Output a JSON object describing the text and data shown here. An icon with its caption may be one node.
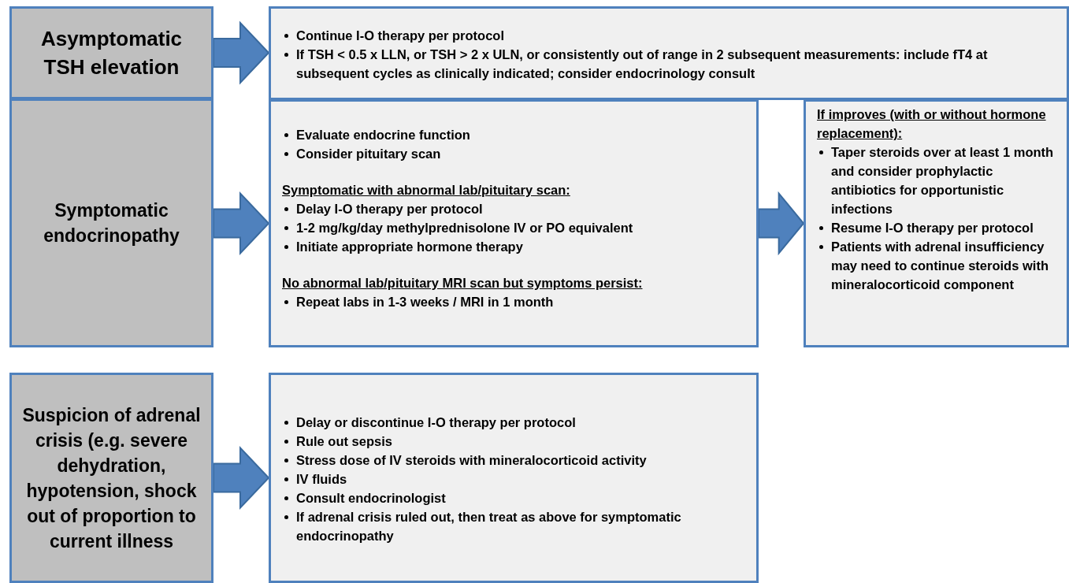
{
  "diagram": {
    "nodes": [
      {
        "text": [
          "Asymptomatic TSH elevation"
        ]
      },
      {
        "text": [
          "Continue I-O therapy per protocol",
          "If TSH < 0.5 x LLN, or TSH > 2 x ULN, or consistently out of range in 2 subsequent measurements: include fT4 at subsequent cycles as clinically indicated; consider endocrinology consult"
        ]
      },
      {
        "text": [
          "Symptomatic endocrinopathy"
        ]
      },
      {
        "text": [
          "Evaluate endocrine function",
          "Consider pituitary scan",
          "Symptomatic with abnormal lab/pituitary scan:",
          "Delay I-O therapy per protocol",
          "1-2 mg/kg/day methylprednisolone IV or  PO equivalent",
          "Initiate appropriate hormone therapy",
          "No abnormal lab/pituitary MRI scan but symptoms persist:",
          "Repeat labs in 1-3 weeks / MRI in 1 month"
        ]
      },
      {
        "text": [
          "If improves  (with or without hormone replacement):",
          "Taper steroids over at least 1 month and consider prophylactic antibiotics for opportunistic infections",
          "Resume I-O therapy per protocol",
          "Patients with adrenal insufficiency may need to continue steroids with mineralocorticoid component"
        ]
      },
      {
        "text": [
          "Suspicion of adrenal crisis (e.g. severe dehydration, hypotension, shock out of proportion to current illness"
        ]
      },
      {
        "text": [
          "Delay or discontinue I-O therapy per protocol",
          "Rule out sepsis",
          "Stress dose of IV steroids with mineralocorticoid activity",
          "IV fluids",
          "Consult endocrinologist",
          "If adrenal crisis ruled out,  then treat as above for symptomatic endocrinopathy"
        ]
      }
    ],
    "edges": [
      {
        "from": 0,
        "to": 1,
        "arrow": "to"
      },
      {
        "from": 2,
        "to": 3,
        "arrow": "to"
      },
      {
        "from": 3,
        "to": 4,
        "arrow": "to"
      },
      {
        "from": 5,
        "to": 6,
        "arrow": "to"
      }
    ]
  }
}
